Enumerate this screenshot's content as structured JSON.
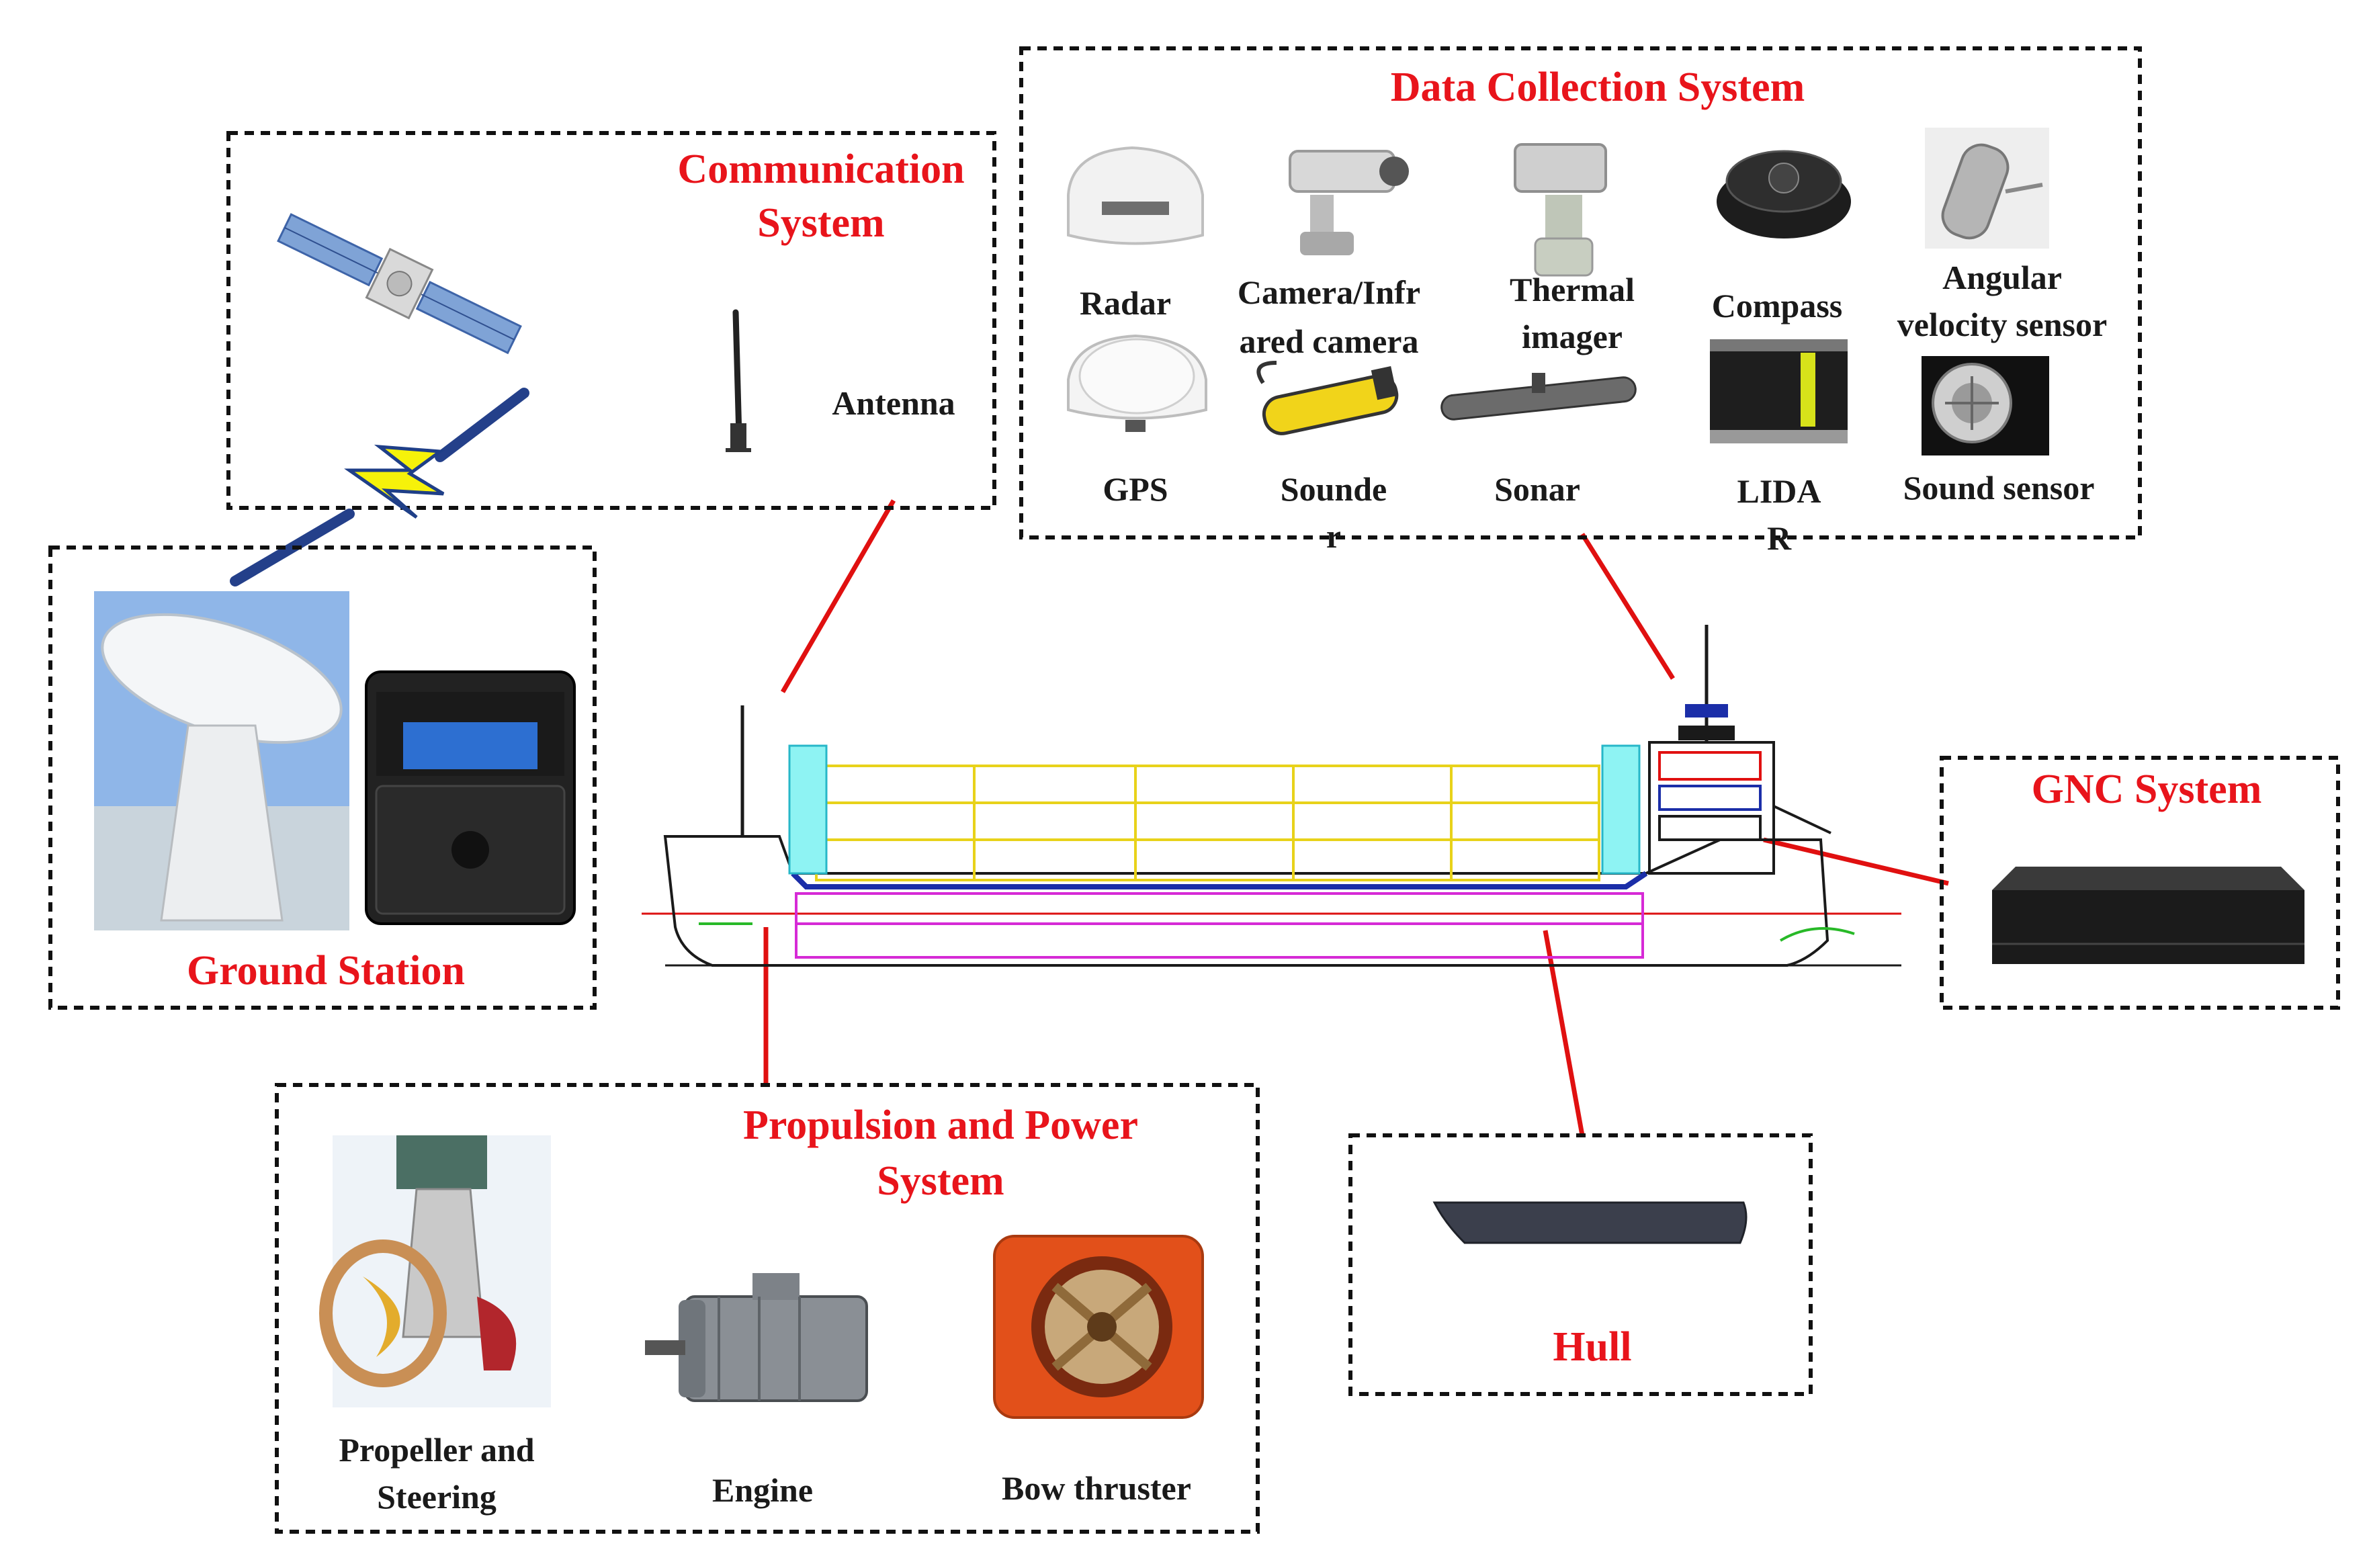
{
  "colors": {
    "title": "#e8141b",
    "label": "#1a1a1a",
    "connector": "#e01010",
    "border": "#111111"
  },
  "communication": {
    "title_line1": "Communication",
    "title_line2": "System",
    "antenna_label": "Antenna",
    "icons": [
      "satellite-icon",
      "lightning-link-icon",
      "antenna-icon"
    ]
  },
  "data_collection": {
    "title": "Data Collection System",
    "sensors": [
      {
        "id": "radar",
        "line1": "Radar",
        "line2": ""
      },
      {
        "id": "camera",
        "line1": "Camera/Infr",
        "line2": "ared camera"
      },
      {
        "id": "thermal",
        "line1": "Thermal",
        "line2": "imager"
      },
      {
        "id": "compass",
        "line1": "Compass",
        "line2": ""
      },
      {
        "id": "angular",
        "line1": "Angular",
        "line2": "velocity sensor"
      },
      {
        "id": "gps",
        "line1": "GPS",
        "line2": ""
      },
      {
        "id": "sounder",
        "line1": "Sounde",
        "line2": "r"
      },
      {
        "id": "sonar",
        "line1": "Sonar",
        "line2": ""
      },
      {
        "id": "lidar",
        "line1": "LIDA",
        "line2": "R"
      },
      {
        "id": "sound",
        "line1": "Sound sensor",
        "line2": ""
      }
    ]
  },
  "ground_station": {
    "title": "Ground Station",
    "icons": [
      "satellite-dish-icon",
      "control-case-icon"
    ]
  },
  "gnc": {
    "title": "GNC System",
    "icons": [
      "gnc-unit-icon"
    ]
  },
  "propulsion": {
    "title_line1": "Propulsion and Power",
    "title_line2": "System",
    "components": [
      {
        "id": "propeller",
        "line1": "Propeller and",
        "line2": "Steering"
      },
      {
        "id": "engine",
        "line1": "Engine",
        "line2": ""
      },
      {
        "id": "bow",
        "line1": "Bow thruster",
        "line2": ""
      }
    ]
  },
  "hull": {
    "title": "Hull",
    "icons": [
      "hull-icon"
    ]
  },
  "ship": {
    "icons": [
      "ship-drawing-icon"
    ]
  }
}
